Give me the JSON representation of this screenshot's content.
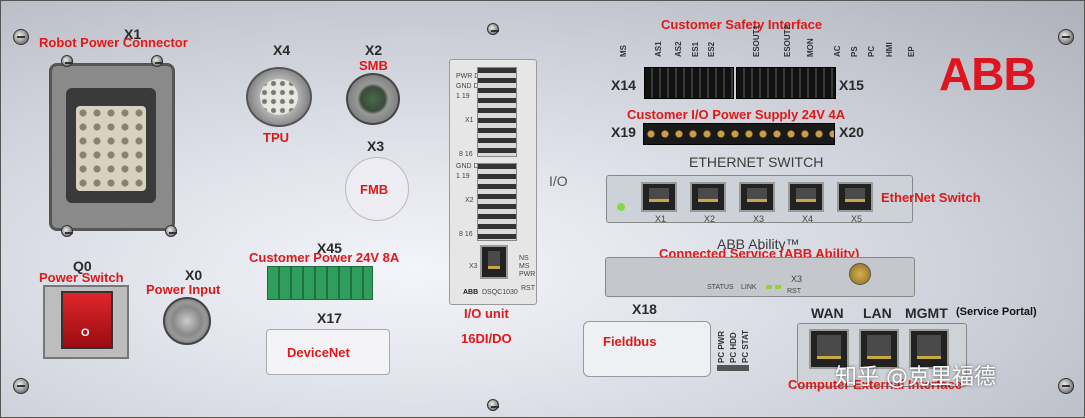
{
  "brand": {
    "logo": "ABB",
    "color": "#e0141e"
  },
  "connectors": {
    "x1": {
      "id": "X1",
      "label": "Robot Power Connector"
    },
    "x4": {
      "id": "X4",
      "label": "TPU"
    },
    "x2": {
      "id": "X2",
      "label": "SMB"
    },
    "x3": {
      "id": "X3",
      "label": "FMB"
    },
    "q0": {
      "id": "Q0",
      "label": "Power Switch",
      "switch_mark": "O"
    },
    "x0": {
      "id": "X0",
      "label": "Power Input"
    },
    "x45": {
      "id": "X45",
      "label": "Customer Power 24V 8A"
    },
    "x17": {
      "id": "X17",
      "label": "DeviceNet"
    },
    "io": {
      "label": "I/O unit",
      "sublabel": "16DI/DO",
      "side": "I/O",
      "model": "DSQC1030",
      "brand": "ABB",
      "rst": "RST",
      "x1": "X1",
      "x2": "X2",
      "x3": "X3",
      "leds": [
        "NS",
        "MS",
        "PWR"
      ],
      "top_labels": [
        "PWR DO",
        "GND DO",
        "1 19"
      ],
      "mid_labels": [
        "GND DI",
        "1 19"
      ],
      "pin_labels": [
        "8 16",
        "8 16"
      ]
    },
    "safety": {
      "title": "Customer Safety Interface",
      "x14": "X14",
      "x15": "X15",
      "pins": [
        "MS",
        "AS1",
        "AS2",
        "ES1",
        "ES2",
        "ESOUT1",
        "ESOUT2",
        "MON",
        "AC",
        "PS",
        "PC",
        "HMI",
        "EP"
      ]
    },
    "iosupply": {
      "title": "Customer I/O Power Supply 24V 4A",
      "x19": "X19",
      "x20": "X20"
    },
    "ethernet": {
      "title": "ETHERNET SWITCH",
      "label": "EtherNet Switch",
      "ports": [
        "X1",
        "X2",
        "X3",
        "X4",
        "X5"
      ]
    },
    "ability": {
      "title": "ABB Ability™",
      "label": "Connected Service (ABB Ability)",
      "x3": "X3",
      "status": "STATUS",
      "link": "LINK",
      "rst": "RST"
    },
    "fieldbus": {
      "id": "X18",
      "label": "Fieldbus"
    },
    "pc_status": [
      "PC PWR",
      "PC HDD",
      "PC STAT"
    ],
    "computer": {
      "ports": [
        "WAN",
        "LAN",
        "MGMT"
      ],
      "service": "(Service Portal)",
      "label": "Computer External Interface"
    }
  },
  "watermark": "知乎 @克里福德"
}
